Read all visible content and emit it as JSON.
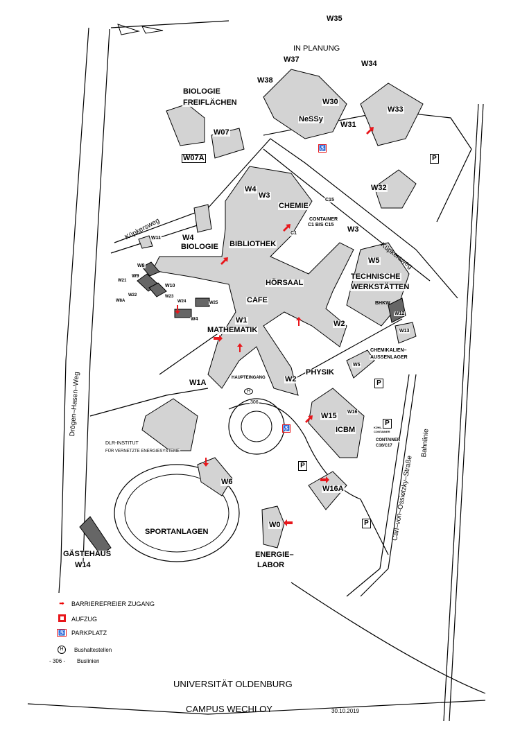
{
  "map_title": "UNIVERSITÄT OLDENBURG",
  "map_subtitle": "CAMPUS WECHLOY",
  "date": "30.10.2019",
  "colors": {
    "accent": "#e8161b",
    "building": "#d3d3d3",
    "dark_building": "#666666"
  },
  "buildings": {
    "w35": "W35",
    "in_planung": "IN PLANUNG",
    "w37": "W37",
    "w34": "W34",
    "w38": "W38",
    "w30": "W30",
    "nessy": "NeSSy",
    "w33": "W33",
    "w31": "W31",
    "bio_frei_1": "BIOLOGIE",
    "bio_frei_2": "FREIFLÄCHEN",
    "w07": "W07",
    "w07a": "W07A",
    "w4_top": "W4",
    "w3_top": "W3",
    "chemie": "CHEMIE",
    "c15": "C15",
    "container_1": "CONTAINER",
    "container_2": "C1  BIS  C15",
    "c1": "C1",
    "w3_right": "W3",
    "w32": "W32",
    "w11": "W11",
    "w4_bio": "W4",
    "biologie": "BIOLOGIE",
    "bibliothek": "BIBLIOTHEK",
    "w5": "W5",
    "tech_1": "TECHNISCHE",
    "tech_2": "WERKSTÄTTEN",
    "w8": "W8",
    "w9": "W9",
    "w10": "W10",
    "w21": "W21",
    "w22": "W22",
    "w8a": "W8A",
    "w23": "W23",
    "w24": "W24",
    "w25": "W25",
    "w4_small": "W4",
    "hoersaal": "HÖRSAAL",
    "cafe": "CAFE",
    "bhkw": "BHKW",
    "w12": "W12",
    "w13": "W13",
    "w1": "W1",
    "mathematik": "MATHEMATIK",
    "w2_right": "W2",
    "chem_1": "CHEMIKALIEN–",
    "chem_2": "AUSSENLAGER",
    "w5_small": "W5",
    "physik": "PHYSIK",
    "haupteingang": "HAUPTEINGANG",
    "w1a": "W1A",
    "w2": "W2",
    "w15": "W15",
    "w16": "W16",
    "icbm": "ICBM",
    "kuehl_1": "KÜHL-",
    "kuehl_2": "CONTAINER",
    "cont_c16_1": "CONTAINER",
    "cont_c16_2": "C16/C17",
    "dlr_1": "DLR-INSTITUT",
    "dlr_2": "FÜR VERNETZTE ENERGIESYSTEME",
    "w6": "W6",
    "w16a": "W16A",
    "w0": "W0",
    "sportanlagen": "SPORTANLAGEN",
    "gaestehaus": "GÄSTEHAUS",
    "w14": "W14",
    "energie_1": "ENERGIE–",
    "energie_2": "LABOR"
  },
  "streets": {
    "kuepkersweg": "Küpkersweg",
    "droegen": "Drögen–Hasen–Weg",
    "carl": "Carl–von–Ossietzky–Straße",
    "bahnlinie": "Bahnlinie"
  },
  "bus": {
    "stop": "H",
    "line": "306"
  },
  "parking_symbol": "P",
  "legend": [
    {
      "icon": "arrow-right",
      "label": "BARRIEREFREIER ZUGANG"
    },
    {
      "icon": "elevator",
      "label": "AUFZUG"
    },
    {
      "icon": "wheelchair",
      "label": "PARKPLATZ"
    },
    {
      "icon": "bus-stop",
      "label": "Bushaltestellen"
    },
    {
      "icon": "bus-line",
      "symbol": "- 306 -",
      "label": "Buslinien"
    }
  ]
}
